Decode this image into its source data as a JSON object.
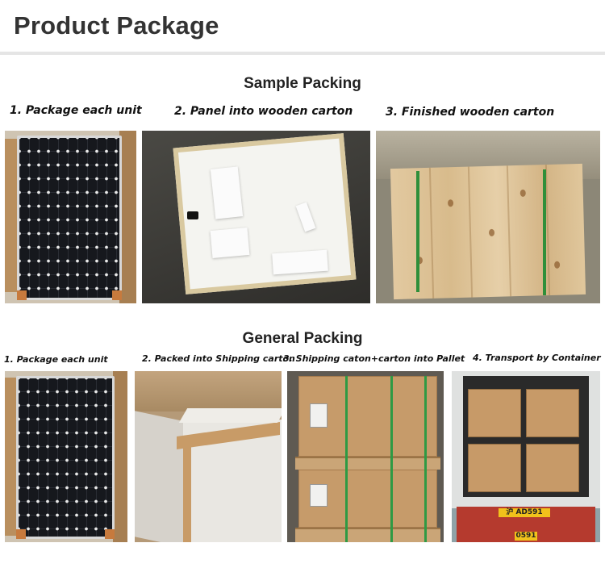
{
  "header": {
    "title": "Product Package"
  },
  "sample": {
    "title": "Sample Packing",
    "captions": [
      "1. Package each unit",
      "2. Panel into wooden carton",
      "3. Finished wooden carton"
    ]
  },
  "general": {
    "title": "General Packing",
    "captions": [
      "1. Package each unit",
      "2. Packed into Shipping carton",
      "3. Shipping caton+carton into Pallet",
      "4. Transport by Container"
    ]
  },
  "container_plates": {
    "top": "沪 AD591",
    "bottom": "0591"
  },
  "colors": {
    "strap_green": "#2f8f3a",
    "kraft": "#c89b67",
    "truck_red": "#b53a2e"
  },
  "icons": [
    "solar-panel-photo",
    "wooden-crate-photo",
    "plywood-carton-photo",
    "shipping-carton-photo",
    "pallet-photo",
    "container-photo"
  ]
}
